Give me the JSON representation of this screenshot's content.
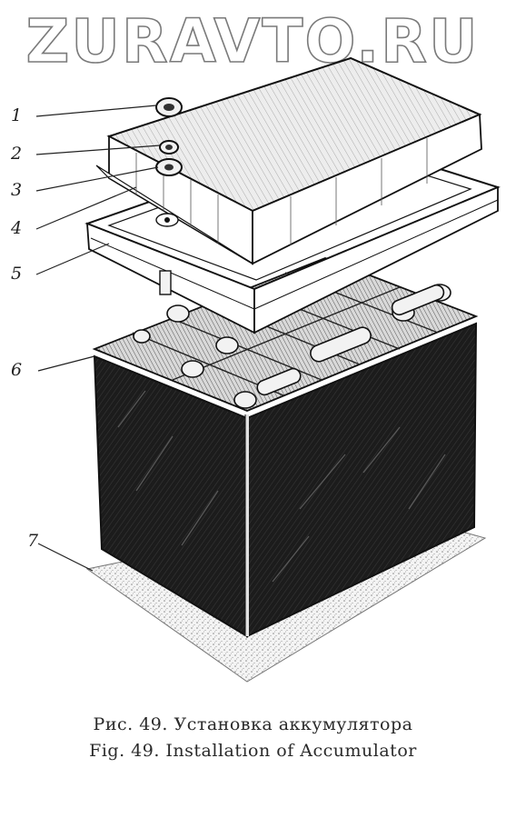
{
  "watermark": {
    "text": "ZURAVTO.RU"
  },
  "callouts": [
    {
      "number": "1",
      "target": "nut"
    },
    {
      "number": "2",
      "target": "spring-washer"
    },
    {
      "number": "3",
      "target": "washer"
    },
    {
      "number": "4",
      "target": "cover"
    },
    {
      "number": "5",
      "target": "frame"
    },
    {
      "number": "6",
      "target": "battery"
    },
    {
      "number": "7",
      "target": "mat"
    }
  ],
  "caption": {
    "russian": "Рис. 49. Установка аккумулятора",
    "english": "Fig. 49. Installation of Accumulator"
  },
  "colors": {
    "ink": "#1a1a1a",
    "paper": "#ffffff",
    "watermark_outline": "#7a7a7a"
  }
}
